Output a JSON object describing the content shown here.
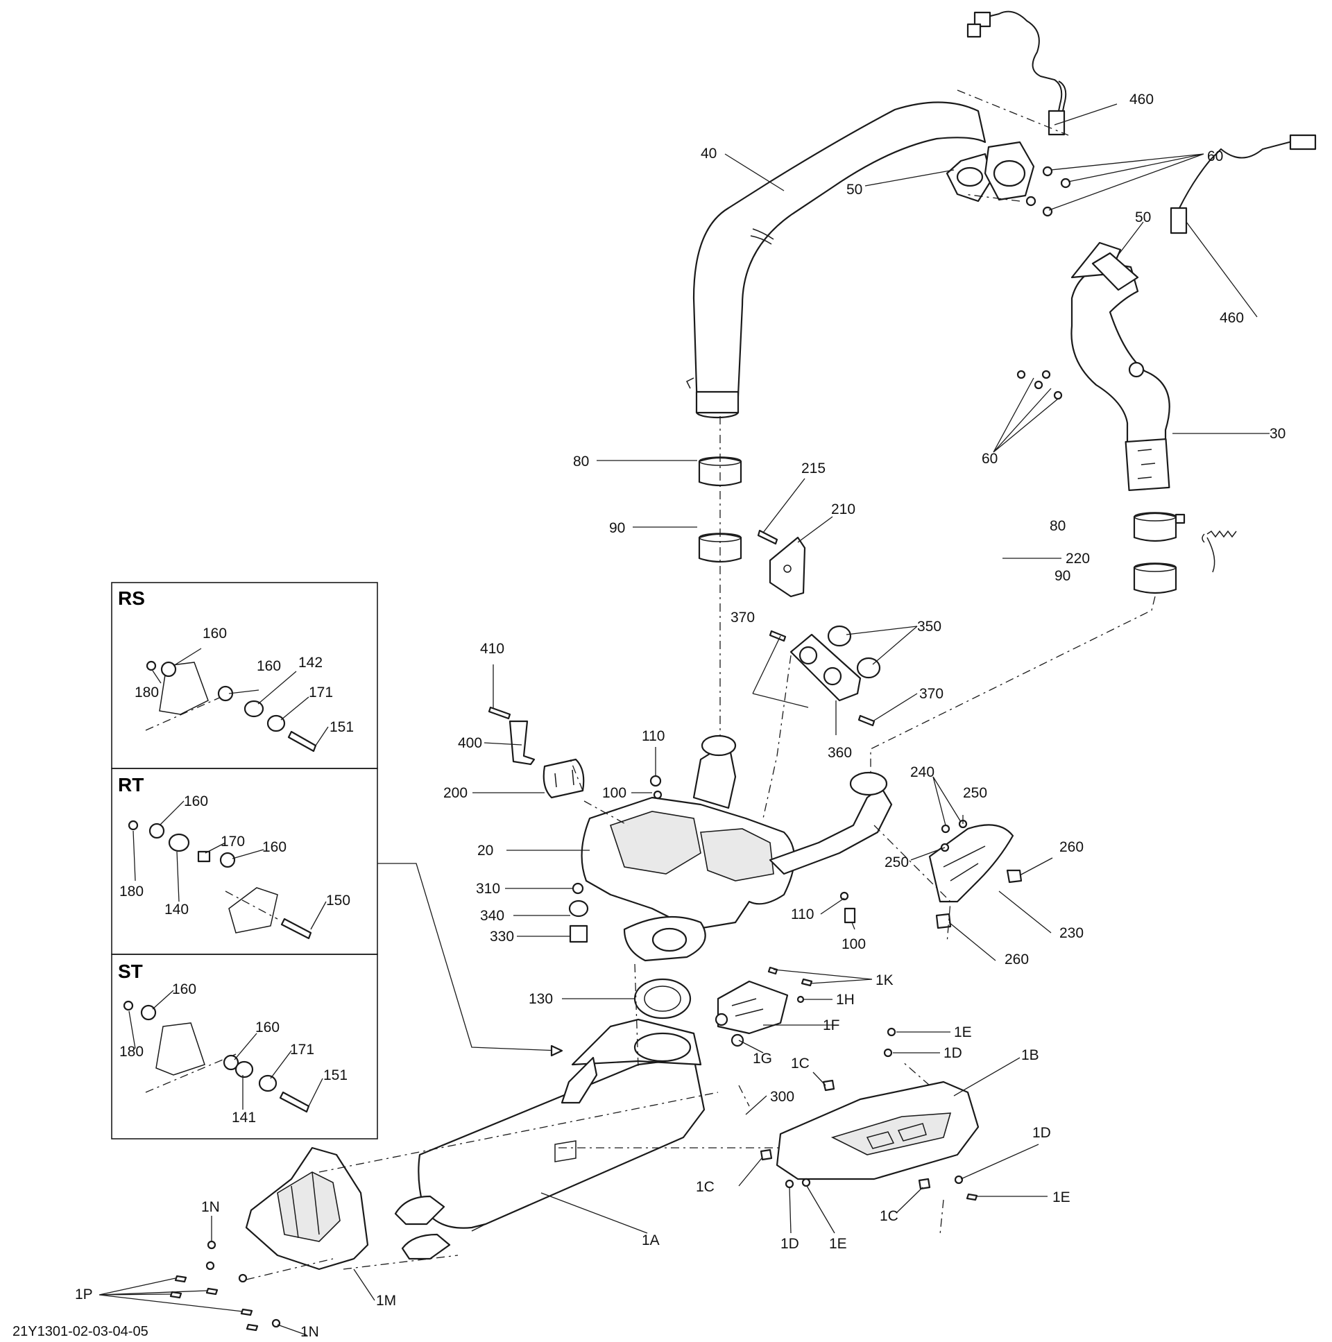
{
  "reference_code": "21Y1301-02-03-04-05",
  "insets": [
    {
      "title": "RS",
      "labels": [
        "160",
        "180",
        "160",
        "142",
        "171",
        "151"
      ]
    },
    {
      "title": "RT",
      "labels": [
        "160",
        "180",
        "140",
        "170",
        "160",
        "150"
      ]
    },
    {
      "title": "ST",
      "labels": [
        "160",
        "180",
        "160",
        "171",
        "141",
        "151"
      ]
    }
  ],
  "callouts": {
    "c460a": "460",
    "c460b": "460",
    "c40": "40",
    "c50a": "50",
    "c60a": "60",
    "c50b": "50",
    "c60b": "60",
    "c30": "30",
    "c80a": "80",
    "c90a": "90",
    "c80b": "80",
    "c90b": "90",
    "c215": "215",
    "c210": "210",
    "c220": "220",
    "c370a": "370",
    "c350": "350",
    "c370b": "370",
    "c360": "360",
    "c410": "410",
    "c400": "400",
    "c110a": "110",
    "c100a": "100",
    "c200": "200",
    "c20": "20",
    "c310": "310",
    "c340": "340",
    "c330": "330",
    "c240": "240",
    "c250a": "250",
    "c250b": "250",
    "c260a": "260",
    "c110b": "110",
    "c100b": "100",
    "c230": "230",
    "c260b": "260",
    "c130": "130",
    "c1K": "1K",
    "c1H": "1H",
    "c1F": "1F",
    "c1G": "1G",
    "c1E_a": "1E",
    "c1D_a": "1D",
    "c1C_a": "1C",
    "c1B": "1B",
    "c300": "300",
    "c1D_b": "1D",
    "c1C_b": "1C",
    "c1E_b": "1E",
    "c1C_c": "1C",
    "c1D_c": "1D",
    "c1E_c": "1E",
    "c1N_a": "1N",
    "c1A": "1A",
    "c1P": "1P",
    "c1M": "1M",
    "c1N_b": "1N"
  }
}
